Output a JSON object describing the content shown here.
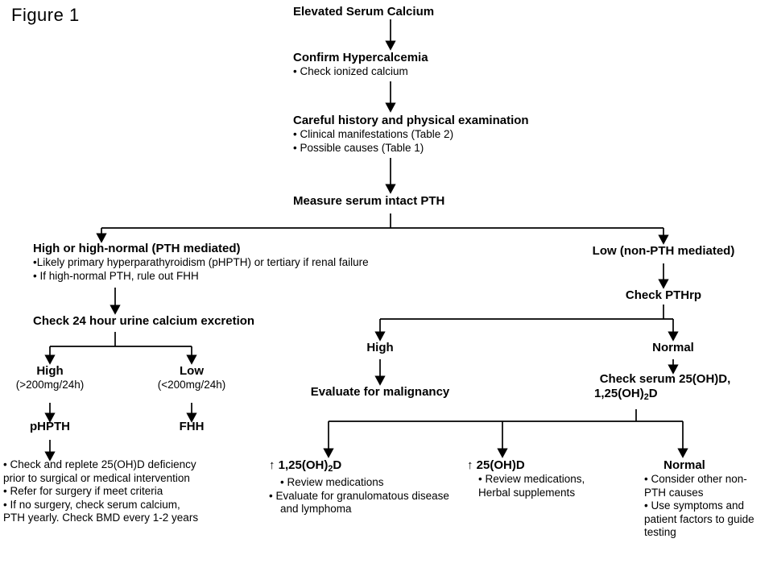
{
  "figure": {
    "label": "Figure 1"
  },
  "meta": {
    "title": "Hypercalcemia diagnostic algorithm",
    "stroke_color": "#000000",
    "background_color": "#ffffff",
    "arrow_glyph": "↑"
  },
  "nodes": {
    "elevated_calcium": {
      "title": "Elevated Serum Calcium"
    },
    "confirm": {
      "title": "Confirm Hypercalcemia",
      "bullets": [
        "• Check ionized calcium"
      ]
    },
    "history": {
      "title": "Careful history and physical examination",
      "bullets": [
        "• Clinical manifestations (Table 2)",
        "• Possible causes (Table 1)"
      ]
    },
    "measure_pth": {
      "title": "Measure serum intact PTH"
    },
    "pth_mediated": {
      "title": "High or high-normal (PTH mediated)",
      "bullets": [
        "•Likely primary hyperparathyroidism (pHPTH) or tertiary if renal failure",
        "• If high-normal PTH, rule out FHH"
      ]
    },
    "urine_calcium": {
      "title": "Check 24 hour urine calcium excretion"
    },
    "urine_high": {
      "title": "High",
      "sub": "(>200mg/24h)"
    },
    "urine_low": {
      "title": "Low",
      "sub": "(<200mg/24h)"
    },
    "phpth": {
      "title": "pHPTH"
    },
    "fhh": {
      "title": "FHH"
    },
    "phpth_notes": {
      "bullets": [
        "• Check and replete 25(OH)D deficiency prior to surgical or medical intervention",
        "• Refer for surgery if meet criteria",
        "• If no surgery, check serum calcium, PTH yearly. Check BMD every 1-2 years"
      ]
    },
    "non_pth": {
      "title": "Low (non-PTH mediated)"
    },
    "check_pthrp": {
      "title": "Check PTHrp"
    },
    "pthrp_high": {
      "title": "High"
    },
    "malignancy": {
      "title": "Evaluate for malignancy"
    },
    "pthrp_normal": {
      "title": "Normal"
    },
    "check_vitd": {
      "title_line1": "Check serum 25(OH)D,",
      "title_line2_pre": "1,25(OH)",
      "title_line2_sub": "2",
      "title_line2_post": "D"
    },
    "high_1_25": {
      "arrow": "↑",
      "title_pre": "1,25(OH)",
      "title_sub": "2",
      "title_post": "D",
      "bullets": [
        "• Review medications",
        "• Evaluate for granulomatous disease and lymphoma"
      ]
    },
    "high_25": {
      "arrow": "↑",
      "title": "25(OH)D",
      "bullets": [
        "• Review medications,",
        "Herbal supplements"
      ]
    },
    "vitd_normal": {
      "title": "Normal",
      "bullets": [
        "• Consider other non-PTH causes",
        "• Use symptoms and patient factors to guide testing"
      ]
    }
  }
}
